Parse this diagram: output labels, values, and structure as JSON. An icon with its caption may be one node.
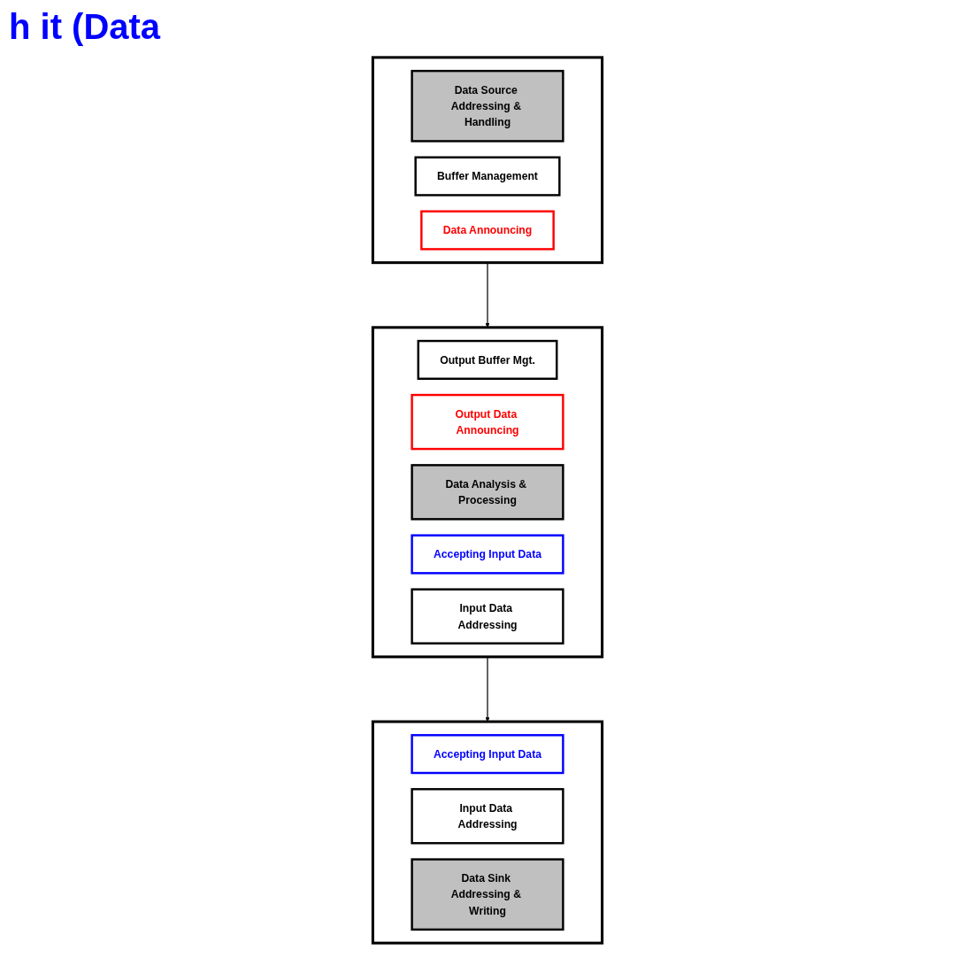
{
  "diagram": {
    "title": "h it (Data",
    "nodes": [
      {
        "text": [],
        "shape": "box"
      },
      {
        "text": [
          "Data Source Addressing & Handling"
        ],
        "in": 0
      },
      {
        "text": [
          "Buffer Management"
        ],
        "in": 0
      },
      {
        "text": [
          "Data Announcing"
        ],
        "in": 0
      },
      {
        "text": [],
        "shape": "box"
      },
      {
        "text": [
          "Output Buffer Mgt."
        ],
        "in": 4
      },
      {
        "text": [
          "Output Data Announcing"
        ],
        "in": 4
      },
      {
        "text": [
          "Data Analysis & Processing"
        ],
        "in": 4
      },
      {
        "text": [
          "Accepting Input Data"
        ],
        "in": 4
      },
      {
        "text": [
          "Input Data Addressing"
        ],
        "in": 4
      },
      {
        "text": [],
        "shape": "box"
      },
      {
        "text": [
          "Accepting Input Data"
        ],
        "in": 10
      },
      {
        "text": [
          "Input Data Addressing"
        ],
        "in": 10
      },
      {
        "text": [
          "Data Sink Addressing & Writing"
        ],
        "in": 10
      }
    ],
    "edges": [
      {
        "from": 0,
        "to": 4,
        "arrow": "to"
      },
      {
        "from": 4,
        "to": 10,
        "arrow": "to"
      }
    ]
  }
}
